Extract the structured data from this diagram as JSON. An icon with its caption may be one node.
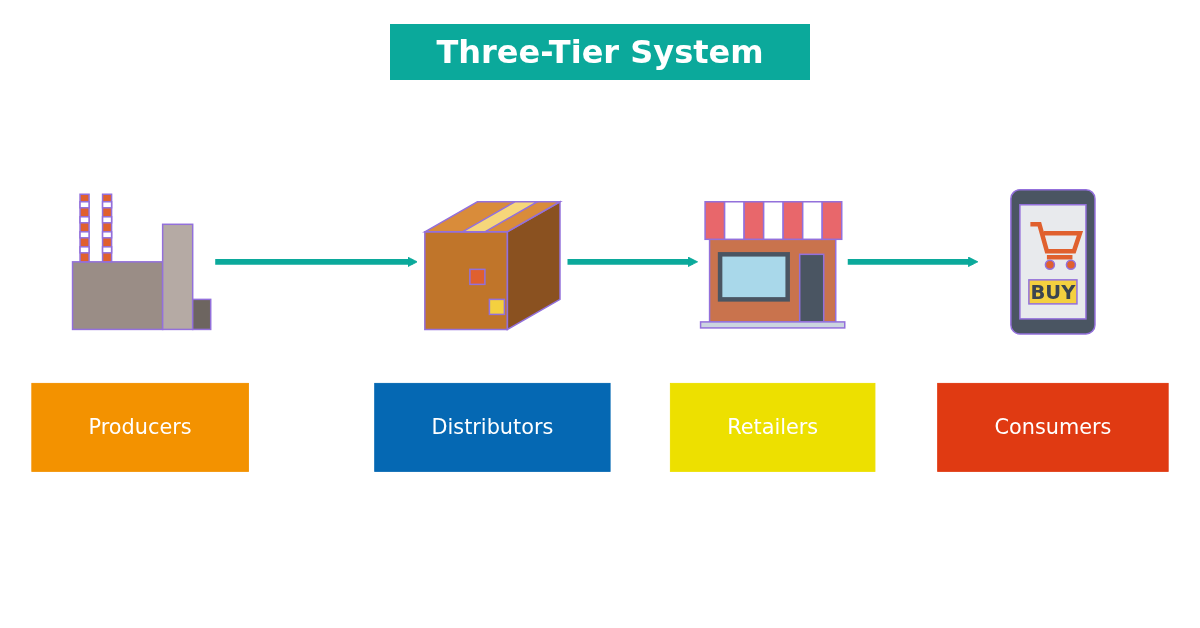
{
  "diagram": {
    "title": "Three-Tier System",
    "nodes": [
      {
        "text": [],
        "shape": "picture"
      },
      {
        "text": [],
        "shape": "picture"
      },
      {
        "text": [],
        "shape": "picture"
      },
      {
        "text": [],
        "shape": "picture"
      },
      {
        "text": [
          "Producers"
        ]
      },
      {
        "text": [
          "Distributors"
        ]
      },
      {
        "text": [
          "Retailers"
        ]
      },
      {
        "text": [
          "Consumers"
        ]
      }
    ],
    "edges": [
      {
        "from": 0,
        "to": 1,
        "arrow": "to"
      },
      {
        "from": 1,
        "to": 2,
        "arrow": "to"
      },
      {
        "from": 2,
        "to": 3,
        "arrow": "to"
      }
    ],
    "labels": [
      "BUY"
    ]
  }
}
